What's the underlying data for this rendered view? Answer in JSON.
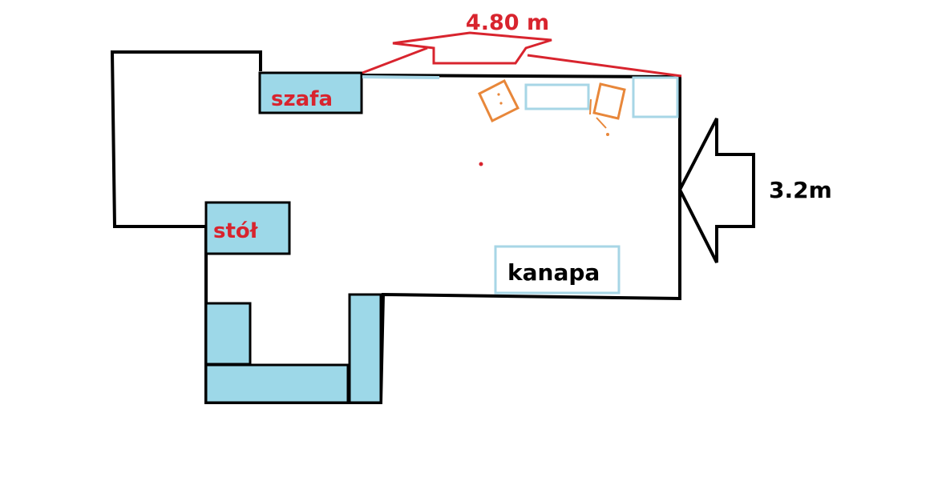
{
  "colors": {
    "wall": "#000000",
    "furniture_fill": "#9dd8e8",
    "furniture_outline": "#a7d6e6",
    "dimension": "#d8242e",
    "chair": "#e8873a",
    "background": "#ffffff"
  },
  "labels": {
    "width_dimension": "4.80 m",
    "depth_dimension": "3.2m",
    "wardrobe": "szafa",
    "table": "stół",
    "sofa": "kanapa"
  }
}
